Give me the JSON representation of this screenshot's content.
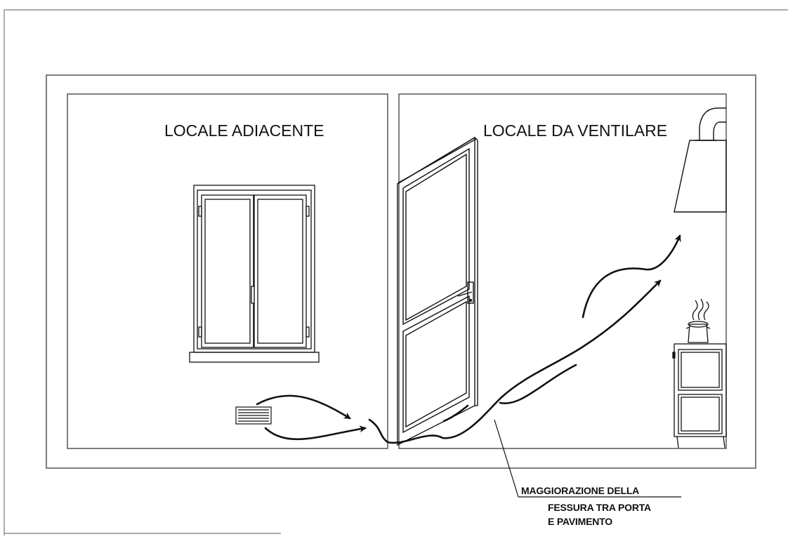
{
  "rooms": {
    "adjacent_label": "LOCALE ADIACENTE",
    "ventilated_label": "LOCALE DA VENTILARE"
  },
  "annotation": {
    "line1": "MAGGIORAZIONE DELLA",
    "line2": "FESSURA TRA PORTA",
    "line3": "E PAVIMENTO"
  },
  "colors": {
    "ink": "#111111",
    "frame": "#555555",
    "background": "#ffffff"
  }
}
